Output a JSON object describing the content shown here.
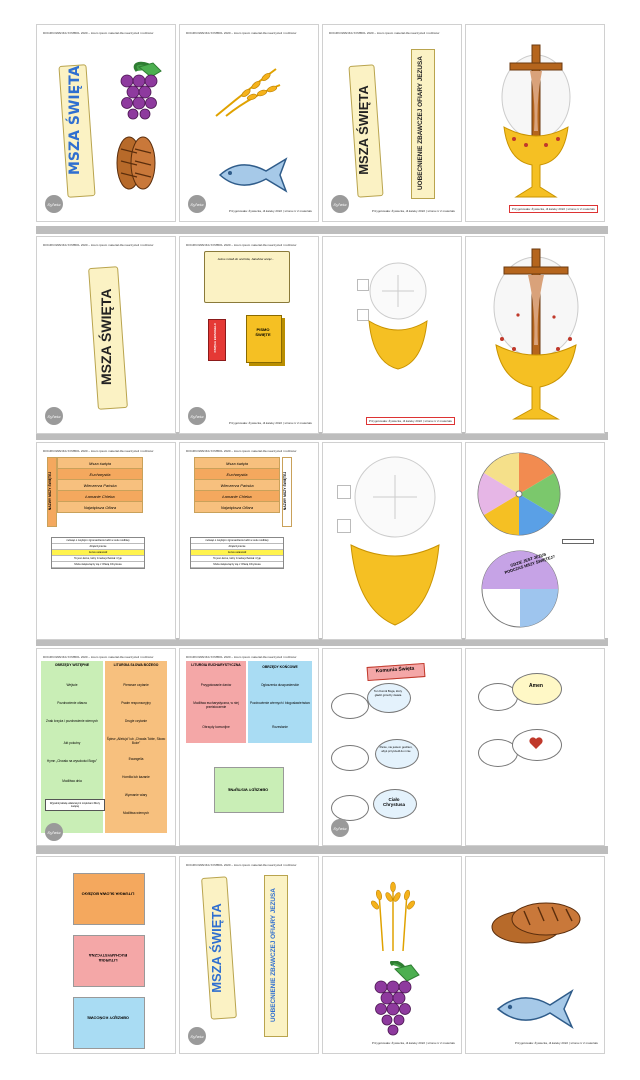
{
  "header_text": "DOCZKOWANKA SYMBOL 2020 – lorem ipsum materiał dla nauczycieli i rodziców",
  "footer_text": "Przygotowała: Żywiecka, dl.kateky 2022 | strona nr 2 materiału",
  "logo_text": "Sylwia",
  "main_title": "MSZA ŚWIĘTA",
  "subtitle": "UOBECNIENIE ZBAWCZEJ OFIARY JEZUSA",
  "book": {
    "text": "Jezus mówił do uczniów, Jakubów ucząc...",
    "book1": "PISMO ŚWIĘTE",
    "book2": "KSIĘGA EWANGELII"
  },
  "names_title": "NAZWY MSZY ŚWIĘTEJ",
  "names": [
    "Msza święta",
    "Eucharystia",
    "Wieczerza Pańska",
    "Łamanie Chleba",
    "Największa Ofiara"
  ],
  "cards": [
    "mówiąc o zwykłym zgromadzeniu ludzi w celu modlitwy",
    "dziękczynienie",
    "Jezus ustanowił",
    "To jest Jezus, który zmartwychwstał i żyje",
    "Msza święta łączy się z Ofiarą Chrystusa"
  ],
  "wheel_question": "GDZIE JEST JEZUS PODCZAS MSZY ŚWIĘTEJ?",
  "parts_left_title": "OBRZĘDY WSTĘPNE",
  "parts_right_title": "LITURGIA SŁOWA BOŻEGO",
  "parts_left": [
    "Wejście",
    "Pozdrowienie ołtarza",
    "Znak krzyża i pozdrowienie wiernych",
    "Akt pokutny",
    "Hymn „Chwała na wysokości Bogu”",
    "Modlitwa dnia"
  ],
  "parts_right": [
    "Pierwsze czytanie",
    "Psalm responsoryjny",
    "Drugie czytanie",
    "Śpiew „Alleluja” lub „Chwała Tobie, Słowo Boże”",
    "Ewangelia",
    "Homilia lub kazanie",
    "Wyznanie wiary",
    "Modlitwa wiernych"
  ],
  "parts_note": "Wypełnij tabelę właściwymi częściami Mszy świętej",
  "euch_title": "LITURGIA EUCHARYSTYCZNA",
  "end_title": "OBRZĘDY KOŃCOWE",
  "euch_items": [
    "Przygotowanie darów",
    "Modlitwa eucharystyczna, w niej przeistoczenie",
    "Obrzędy komunijne"
  ],
  "end_items": [
    "Ogłoszenia duszpasterskie",
    "Pozdrowienie wiernych i błogosławieństwo",
    "Rozesłanie"
  ],
  "envelope_labels": [
    "OBRZĘDY WSTĘPNE",
    "LITURGIA SŁOWA BOŻEGO",
    "LITURGIA EUCHARYSTYCZNA",
    "OBRZĘDY KOŃCOWE"
  ],
  "communion_title": "Komunia Święta",
  "communion_bubbles": [
    "Ten Komół Boga, który gładzi grzechy świata",
    "Panie, nie jestem godzien, abyś przyszedł do mnie",
    "Ciało Chrystusa"
  ],
  "amen": "Amen",
  "colors": {
    "grape": "#8e3a9e",
    "gold": "#f5b21b",
    "blue_title": "#2f6fd0",
    "banner": "#fbf2c4",
    "orange": "#f4a85e",
    "pink": "#f4a7a7",
    "cyan": "#a9dcf3",
    "green": "#c9eeb6"
  }
}
